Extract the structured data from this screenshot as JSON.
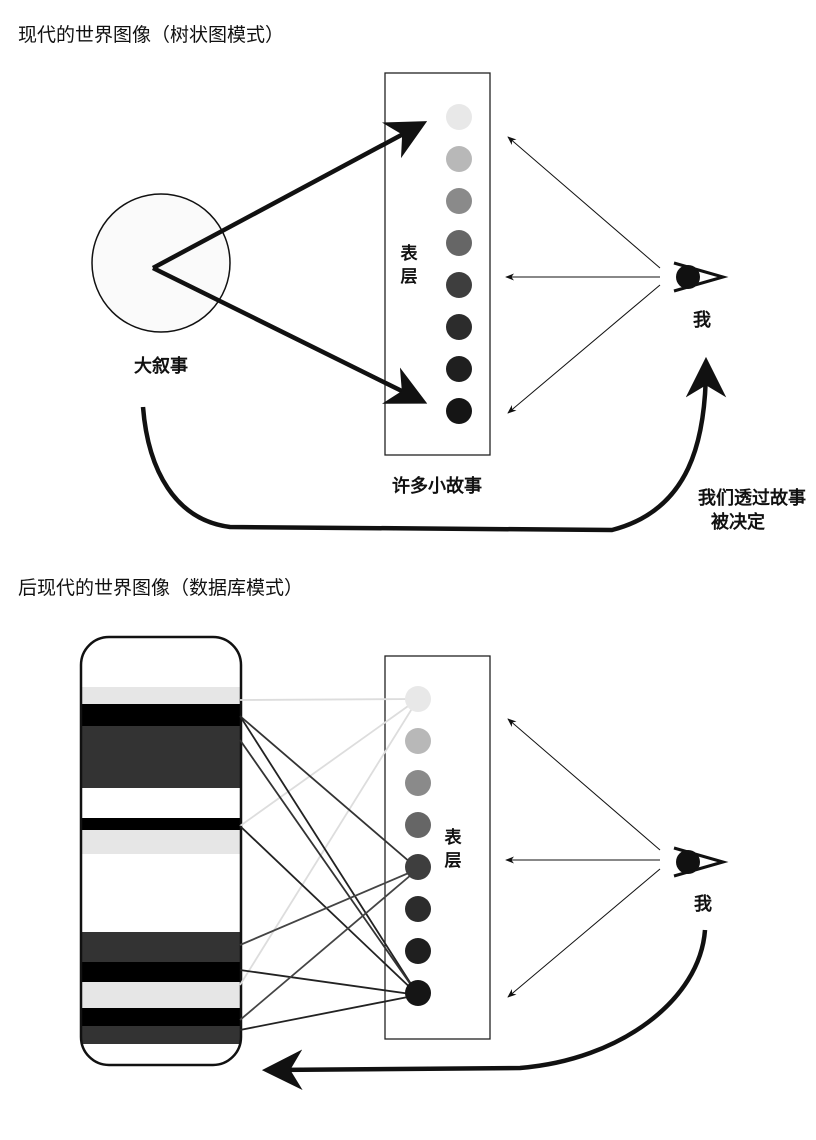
{
  "modern": {
    "title": "现代的世界图像（树状图模式）",
    "grand_narrative_label": "大叙事",
    "surface_label": "表层",
    "small_stories_label": "许多小故事",
    "me_label": "我",
    "decided_label_line1": "我们透过故事",
    "decided_label_line2": "被决定"
  },
  "postmodern": {
    "title": "后现代的世界图像（数据库模式）",
    "surface_label": "表层",
    "me_label": "我"
  },
  "colors": {
    "dot_shades": [
      "#e8e8e8",
      "#b8b8b8",
      "#8a8a8a",
      "#666666",
      "#3e3e3e",
      "#2c2c2c",
      "#1f1f1f",
      "#151515"
    ],
    "db_bands": [
      "#e6e6e6",
      "#000000",
      "#333333",
      "#ffffff",
      "#000000",
      "#e6e6e6",
      "#ffffff",
      "#333333",
      "#000000",
      "#e6e6e6",
      "#000000",
      "#333333"
    ]
  }
}
